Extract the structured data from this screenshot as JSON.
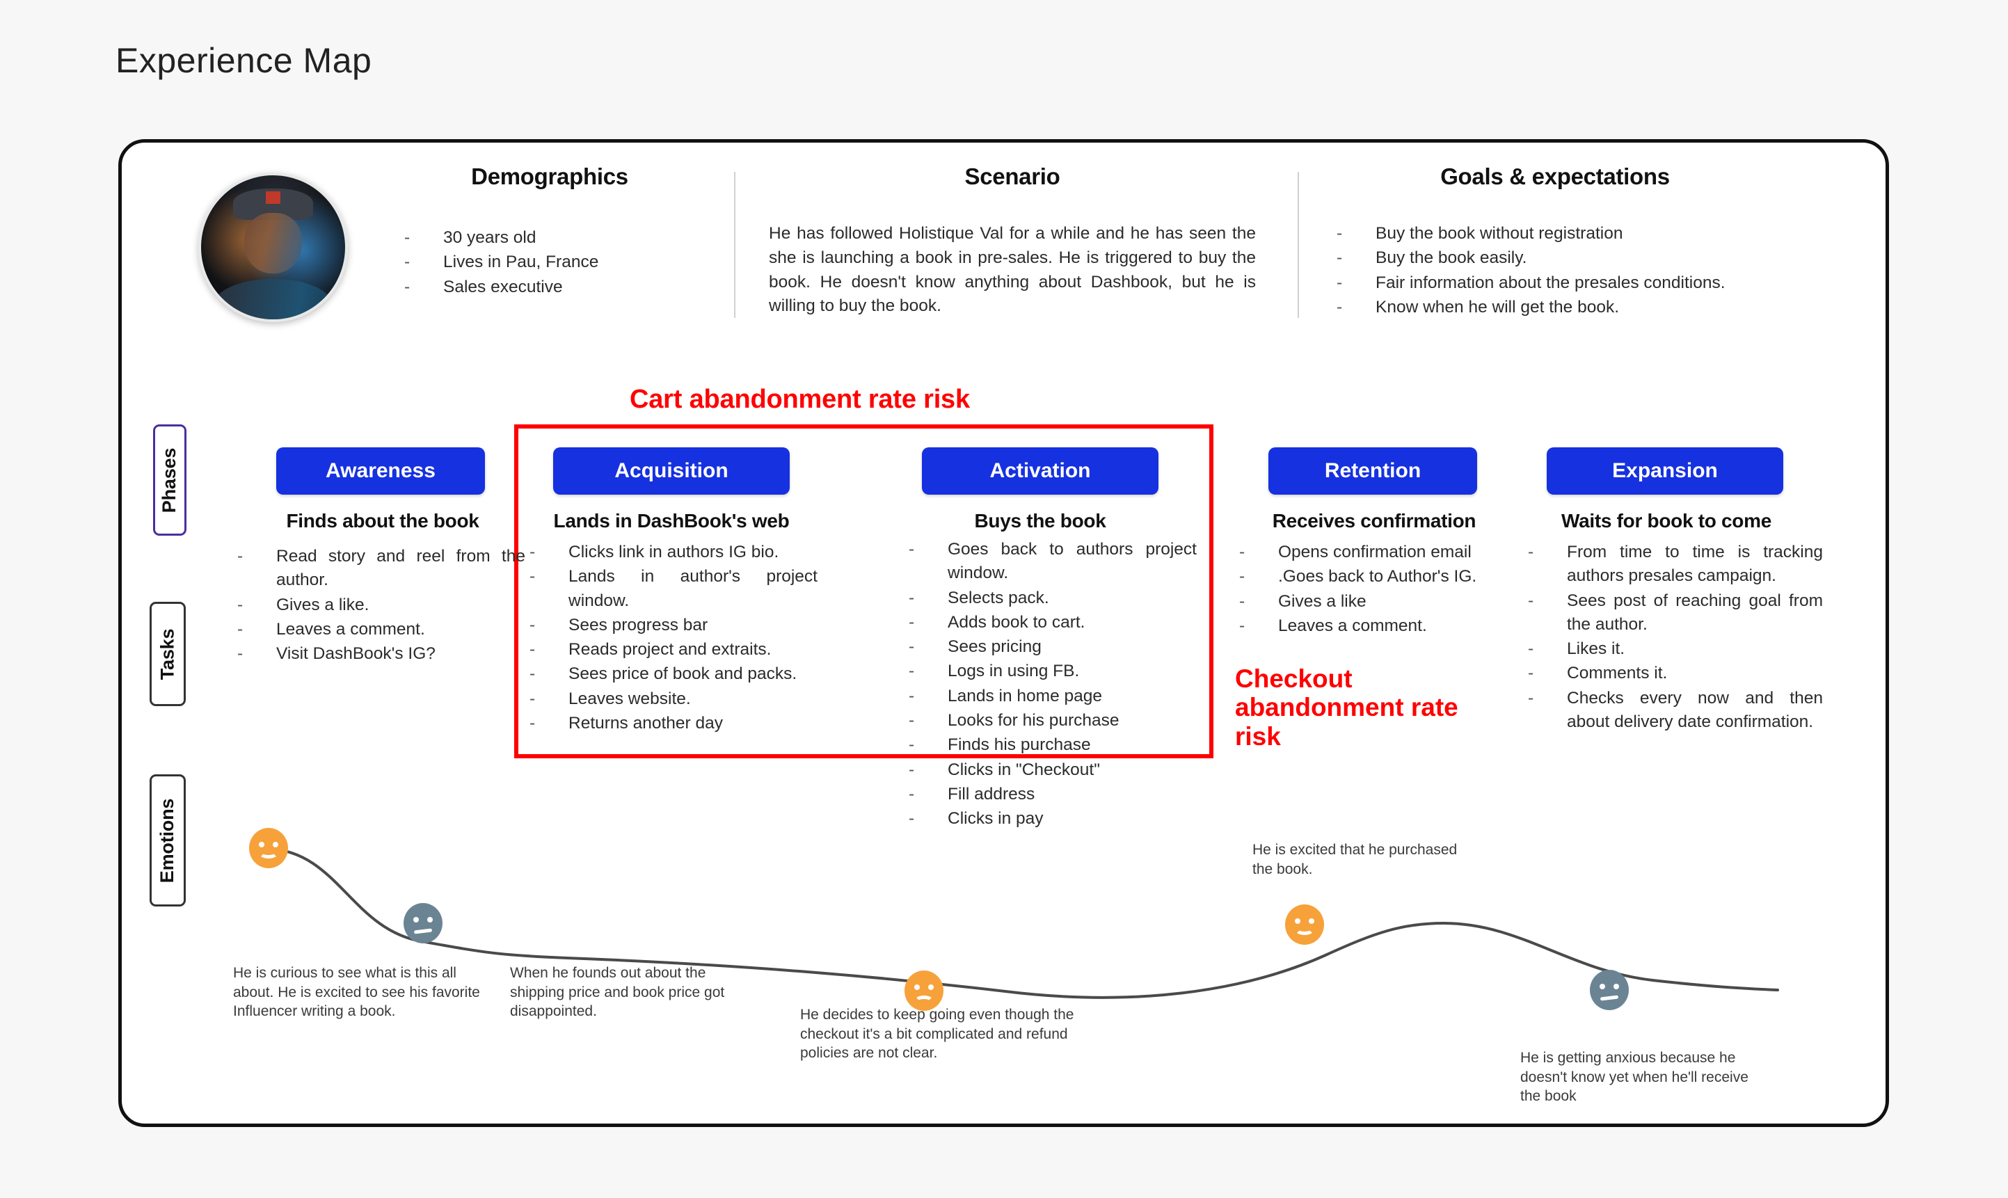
{
  "page": {
    "title": "Experience Map"
  },
  "persona": {
    "avatar_icon": "persona-portrait-icon"
  },
  "header": {
    "demographics": {
      "title": "Demographics",
      "items": [
        "30 years old",
        "Lives in Pau, France",
        "Sales executive"
      ]
    },
    "scenario": {
      "title": "Scenario",
      "text": "He has followed Holistique Val for a while and he has seen the she is launching a book in pre-sales. He is triggered to buy the book. He doesn't know anything about Dashbook, but he is willing to buy the book."
    },
    "goals": {
      "title": "Goals & expectations",
      "items": [
        "Buy the book without registration",
        "Buy the book easily.",
        "Fair information about the presales conditions.",
        "Know when he will get the book."
      ]
    }
  },
  "rails": {
    "phases": "Phases",
    "tasks": "Tasks",
    "emotions": "Emotions"
  },
  "risks": {
    "cart": "Cart abandonment rate risk",
    "checkout": "Checkout abandonment rate risk",
    "color": "#ff0000"
  },
  "colors": {
    "phase_pill": "#1631e0",
    "phase_pill_text": "#ffffff",
    "emoji_happy": "#f7a13b",
    "emoji_sad": "#f7a13b",
    "emoji_neutral": "#6b8494",
    "risk_red": "#ff0000",
    "board_border": "#111111",
    "page_bg": "#f7f7f7"
  },
  "phases": [
    {
      "label": "Awareness",
      "subtitle": "Finds about the book",
      "tasks": [
        "Read story and reel from the author.",
        "Gives a like.",
        "Leaves a comment.",
        "Visit DashBook's IG?"
      ]
    },
    {
      "label": "Acquisition",
      "subtitle": "Lands in DashBook's web",
      "tasks": [
        "Clicks link in authors IG bio.",
        "Lands in author's project window.",
        "Sees progress bar",
        "Reads project and extraits.",
        "Sees price of book and packs.",
        "Leaves website.",
        "Returns another day"
      ]
    },
    {
      "label": "Activation",
      "subtitle": "Buys the book",
      "tasks": [
        "Goes back to authors project window.",
        "Selects pack.",
        "Adds book to cart.",
        "Sees pricing",
        "Logs in using FB.",
        "Lands in home page",
        "Looks for his purchase",
        "Finds his purchase",
        "Clicks in \"Checkout\"",
        "Fill address",
        "Clicks in pay"
      ]
    },
    {
      "label": "Retention",
      "subtitle": "Receives confirmation",
      "tasks": [
        "Opens confirmation email",
        ".Goes back to Author's IG.",
        "Gives a like",
        "Leaves a comment."
      ]
    },
    {
      "label": "Expansion",
      "subtitle": "Waits for book to come",
      "tasks": [
        "From time to time is tracking authors presales campaign.",
        "Sees post of reaching goal from the author.",
        "Likes it.",
        "Comments it.",
        "Checks every now and then about delivery date confirmation."
      ]
    }
  ],
  "emotions": [
    {
      "mood": "happy",
      "caption": "He is curious to see what is this all about. He is excited to see his favorite Influencer writing a book."
    },
    {
      "mood": "neutral",
      "caption": "When he founds out about the shipping price and book price got disappointed."
    },
    {
      "mood": "sad",
      "caption": "He decides to keep going even though the checkout it's a bit complicated and refund policies are not clear."
    },
    {
      "mood": "happy",
      "caption": "He is excited that he purchased the book."
    },
    {
      "mood": "neutral",
      "caption": "He is getting anxious because he doesn't know yet when he'll receive the book"
    }
  ]
}
